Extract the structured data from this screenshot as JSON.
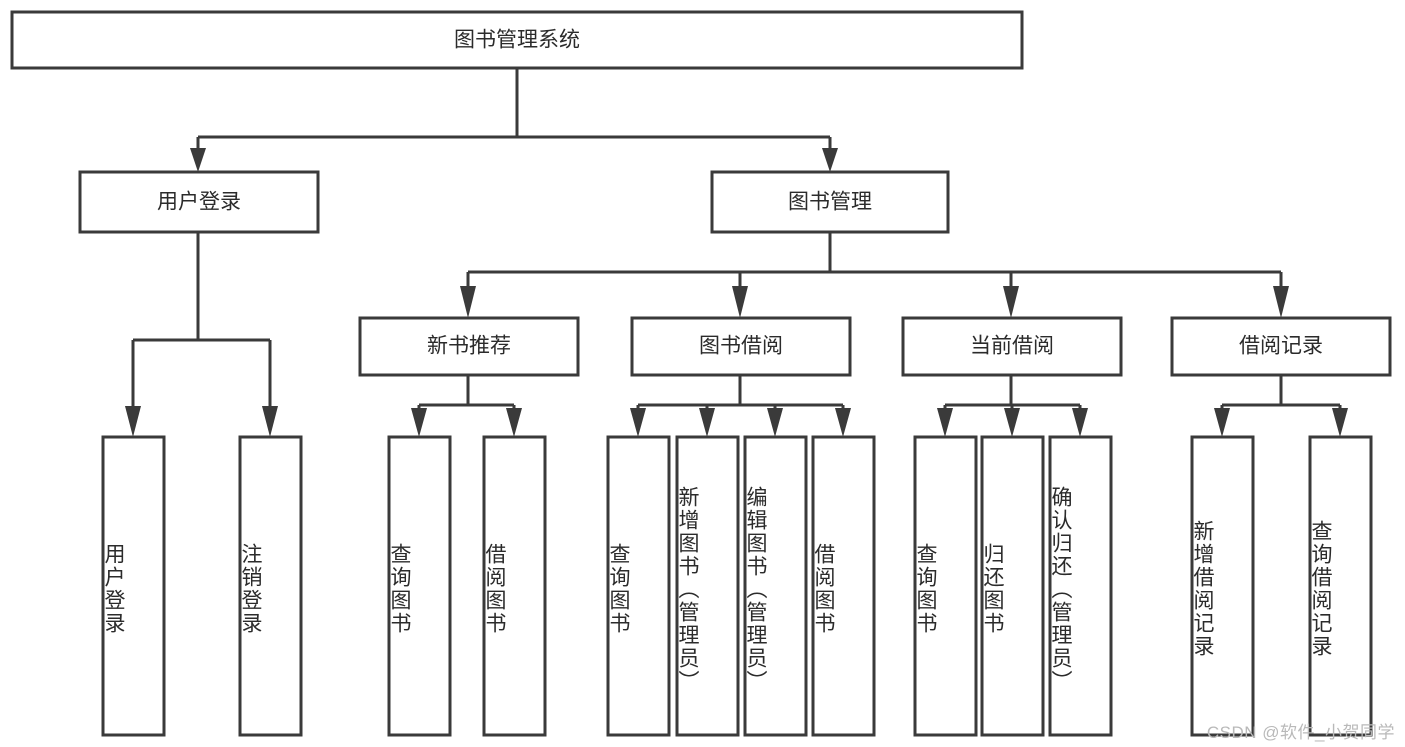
{
  "diagram": {
    "title_node": {
      "label": "图书管理系统"
    },
    "level2": [
      {
        "id": "user-login",
        "label": "用户登录"
      },
      {
        "id": "book-management",
        "label": "图书管理"
      }
    ],
    "level3": [
      {
        "id": "new-book-recommend",
        "label": "新书推荐"
      },
      {
        "id": "book-borrow",
        "label": "图书借阅"
      },
      {
        "id": "current-borrow",
        "label": "当前借阅"
      },
      {
        "id": "borrow-record",
        "label": "借阅记录"
      }
    ],
    "leaves": {
      "user-login": [
        {
          "id": "leaf-user-login",
          "label": "用户登录"
        },
        {
          "id": "leaf-logout-login",
          "label": "注销登录"
        }
      ],
      "new-book-recommend": [
        {
          "id": "leaf-query-book-1",
          "label": "查询图书"
        },
        {
          "id": "leaf-borrow-book-1",
          "label": "借阅图书"
        }
      ],
      "book-borrow": [
        {
          "id": "leaf-query-book-2",
          "label": "查询图书"
        },
        {
          "id": "leaf-add-book-admin",
          "label": "新增图书（管理员）"
        },
        {
          "id": "leaf-edit-book-admin",
          "label": "编辑图书（管理员）"
        },
        {
          "id": "leaf-borrow-book-2",
          "label": "借阅图书"
        }
      ],
      "current-borrow": [
        {
          "id": "leaf-query-book-3",
          "label": "查询图书"
        },
        {
          "id": "leaf-return-book",
          "label": "归还图书"
        },
        {
          "id": "leaf-confirm-return-admin",
          "label": "确认归还（管理员）"
        }
      ],
      "borrow-record": [
        {
          "id": "leaf-add-borrow-record",
          "label": "新增借阅记录"
        },
        {
          "id": "leaf-query-borrow-record",
          "label": "查询借阅记录"
        }
      ]
    },
    "watermark": "CSDN @软件_小贺同学",
    "colors": {
      "stroke": "#3a3a3a",
      "box_fill": "#ffffff",
      "text": "#2b2b2b",
      "watermark": "#b9b9b9",
      "background": "#ffffff"
    }
  },
  "chart_data": {
    "type": "diagram",
    "title": "图书管理系统",
    "layout": "top-down tree / functional decomposition",
    "levels": 4,
    "nodes": [
      {
        "level": 1,
        "label": "图书管理系统",
        "parent": null
      },
      {
        "level": 2,
        "label": "用户登录",
        "parent": "图书管理系统"
      },
      {
        "level": 2,
        "label": "图书管理",
        "parent": "图书管理系统"
      },
      {
        "level": 3,
        "label": "新书推荐",
        "parent": "图书管理"
      },
      {
        "level": 3,
        "label": "图书借阅",
        "parent": "图书管理"
      },
      {
        "level": 3,
        "label": "当前借阅",
        "parent": "图书管理"
      },
      {
        "level": 3,
        "label": "借阅记录",
        "parent": "图书管理"
      },
      {
        "level": 4,
        "label": "用户登录",
        "parent": "用户登录"
      },
      {
        "level": 4,
        "label": "注销登录",
        "parent": "用户登录"
      },
      {
        "level": 4,
        "label": "查询图书",
        "parent": "新书推荐"
      },
      {
        "level": 4,
        "label": "借阅图书",
        "parent": "新书推荐"
      },
      {
        "level": 4,
        "label": "查询图书",
        "parent": "图书借阅"
      },
      {
        "level": 4,
        "label": "新增图书（管理员）",
        "parent": "图书借阅"
      },
      {
        "level": 4,
        "label": "编辑图书（管理员）",
        "parent": "图书借阅"
      },
      {
        "level": 4,
        "label": "借阅图书",
        "parent": "图书借阅"
      },
      {
        "level": 4,
        "label": "查询图书",
        "parent": "当前借阅"
      },
      {
        "level": 4,
        "label": "归还图书",
        "parent": "当前借阅"
      },
      {
        "level": 4,
        "label": "确认归还（管理员）",
        "parent": "当前借阅"
      },
      {
        "level": 4,
        "label": "新增借阅记录",
        "parent": "借阅记录"
      },
      {
        "level": 4,
        "label": "查询借阅记录",
        "parent": "借阅记录"
      }
    ]
  }
}
